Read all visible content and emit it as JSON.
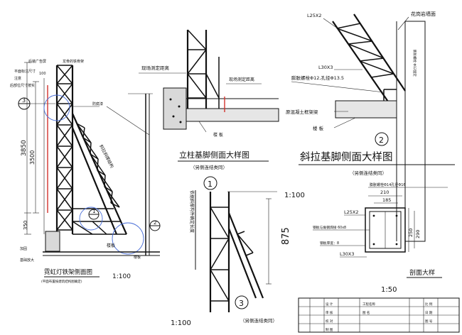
{
  "colors": {
    "line": "#111111",
    "accent_blue": "#4a6fd8",
    "accent_red": "#d2322d",
    "fill_grey": "#e6e6e6"
  },
  "left_view": {
    "title": "霓虹灯铁架侧面图",
    "subtitle": "(平面布置按建筑结构图确定)",
    "scale": "1:100",
    "dims": {
      "total": "3850",
      "inner": "3500",
      "bottom": "350"
    },
    "small_labels": [
      "后装广告屏",
      "平面标注尺寸",
      "100",
      "后部位尺寸按实",
      "注意",
      "防腐漆",
      "加固",
      "楼板",
      "基础放大"
    ],
    "circles": [
      "3",
      "1",
      "2"
    ],
    "panel_label": "龙骨的铁骨架",
    "frame_label": "斜拉斜撑结构",
    "floor_label": "楼板"
  },
  "detail1": {
    "number": "1",
    "title": "立柱基脚侧面大样图",
    "note": "（另侧连结类同）",
    "labels": {
      "site_measure_1": "现场测定距离",
      "site_measure_2": "现场测定距离",
      "slab": "楼  板"
    }
  },
  "detail2": {
    "number": "2",
    "title": "斜拉基脚侧面大样图",
    "note": "（另侧连结类同）",
    "labels": {
      "angle_top": "L25X2",
      "angle_mid": "L30X3",
      "granite_wall": "花岗岩墙面",
      "bolt": "膨胀螺栓Φ12,孔径Φ13.5",
      "concrete": "原混凝土框架梁",
      "slab": "楼  板",
      "wall_note": "膨胀螺栓 Φ12固定"
    }
  },
  "detail3": {
    "number": "3",
    "note": "（另侧连结类同）",
    "scale": "1:100",
    "dim": "875",
    "vertical_label": "依据斜撑构件确定长度"
  },
  "section": {
    "title": "剖面大样",
    "scale": "1:50",
    "top_note": "膨胀螺栓Φ14孔径Φ16",
    "dims": {
      "outer": "210",
      "inner": "185",
      "height_outer": "290",
      "height_inner": "250"
    },
    "labels": {
      "angle_top": "L25X2",
      "angle_bottom": "L30X3",
      "plate": "钢板与角钢焊接 60x8",
      "thickness": "钢板厚度：8"
    }
  },
  "middle_scale": "1:100",
  "title_block": {
    "cells": [
      "设 计",
      "审 核",
      "校 对",
      "工程名称",
      "图 名",
      "比 例",
      "日 期",
      "图 号",
      "制 图"
    ]
  }
}
